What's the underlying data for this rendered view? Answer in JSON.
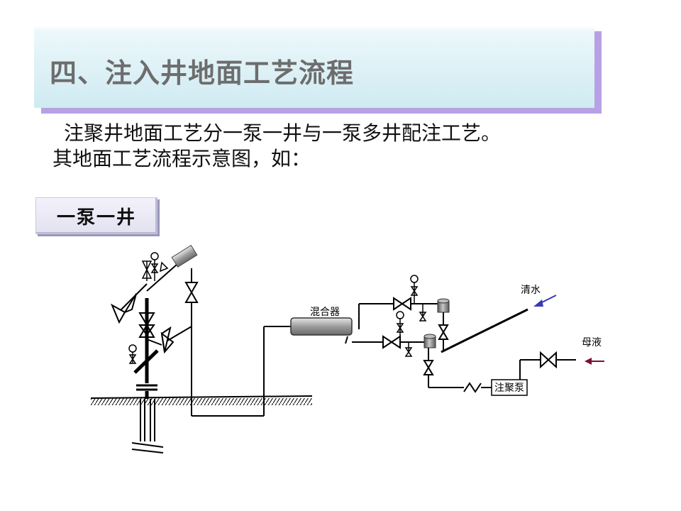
{
  "header": {
    "title": "四、注入井地面工艺流程"
  },
  "intro": {
    "line1": "注聚井地面工艺分一泵一井与一泵多井配注工艺。",
    "line2": "其地面工艺流程示意图，如："
  },
  "section_tag": {
    "label": "一泵一井"
  },
  "diagram": {
    "mixer_label": "混合器",
    "clear_water_label": "清水",
    "mother_liquor_label": "母液",
    "pump_label": "注聚泵",
    "colors": {
      "line": "#000000",
      "clear_water_arrow": "#3a3ab4",
      "mother_liquor_arrow": "#7a1030",
      "mixer_body": "#8c8c8c",
      "tank_body": "#9a9a9a"
    }
  }
}
